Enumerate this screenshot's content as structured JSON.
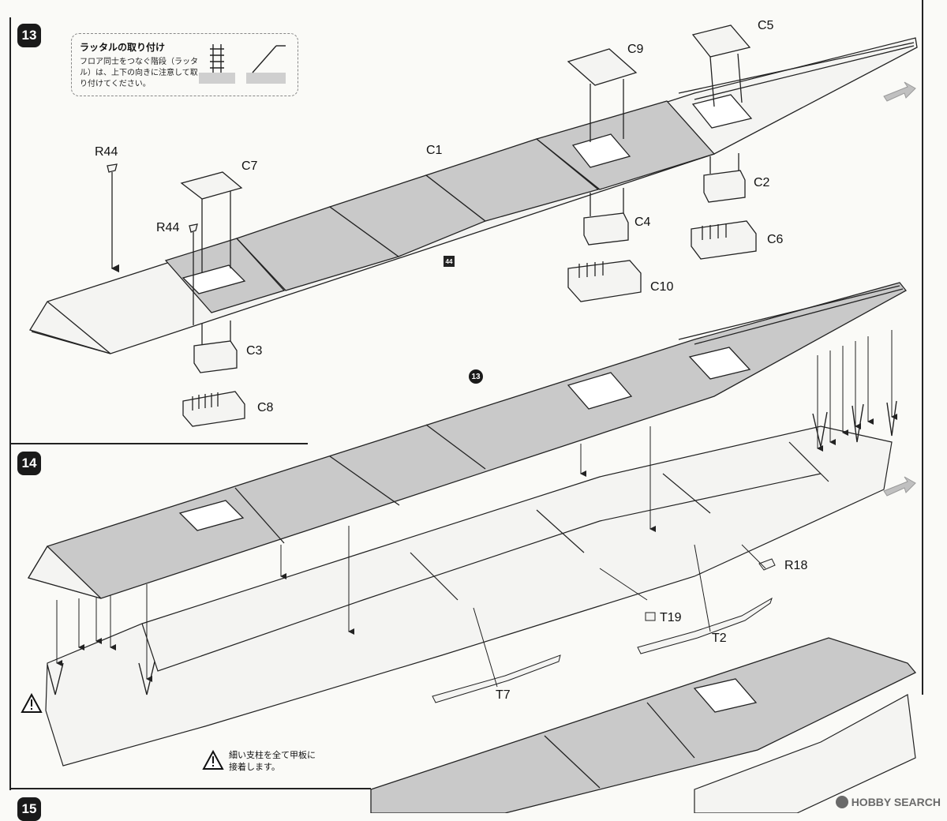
{
  "steps": {
    "s13": "13",
    "s14": "14",
    "s15": "15",
    "ref": "13"
  },
  "note": {
    "title": "ラッタルの取り付け",
    "body": "フロア同士をつなぐ階段（ラッタル）は、上下の向きに注意して取り付けてください。"
  },
  "parts": {
    "C1": "C1",
    "C2": "C2",
    "C3": "C3",
    "C4": "C4",
    "C5": "C5",
    "C6": "C6",
    "C7": "C7",
    "C8": "C8",
    "C9": "C9",
    "C10": "C10",
    "R44a": "R44",
    "R44b": "R44",
    "R18": "R18",
    "T19": "T19",
    "T2": "T2",
    "T7": "T7",
    "color44": "44"
  },
  "warning": {
    "text": "細い支柱を全て甲板に接着します。"
  },
  "watermark": {
    "text": "HOBBY SEARCH"
  },
  "colors": {
    "deck_gray": "#c9c9c9",
    "line": "#222222",
    "badge": "#1a1a1a"
  }
}
